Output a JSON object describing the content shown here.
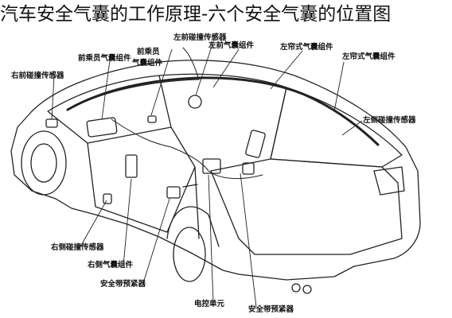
{
  "title": "汽车安全气囊的工作原理-六个安全气囊的位置图",
  "labels": {
    "right_front_sensor": "右前碰撞传感器",
    "front_passenger_airbag": "前乘员气囊组件",
    "left_front_sensor": "左前碰撞传感器",
    "front_row": "前乘员",
    "front_row_2": "气囊组件",
    "driver_airbag": "左前气囊组件",
    "curtain_airbag": "左帘式气囊组件",
    "left_side_sensor": "左侧碰撞传感器",
    "right_side_sensor": "右侧碰撞传感器",
    "right_side_airbag": "右侧气囊组件",
    "seatbelt_pretensioner": "安全带预紧器",
    "control_unit": "电控单元",
    "seatbelt_pretensioner_2": "安全带预紧器"
  }
}
